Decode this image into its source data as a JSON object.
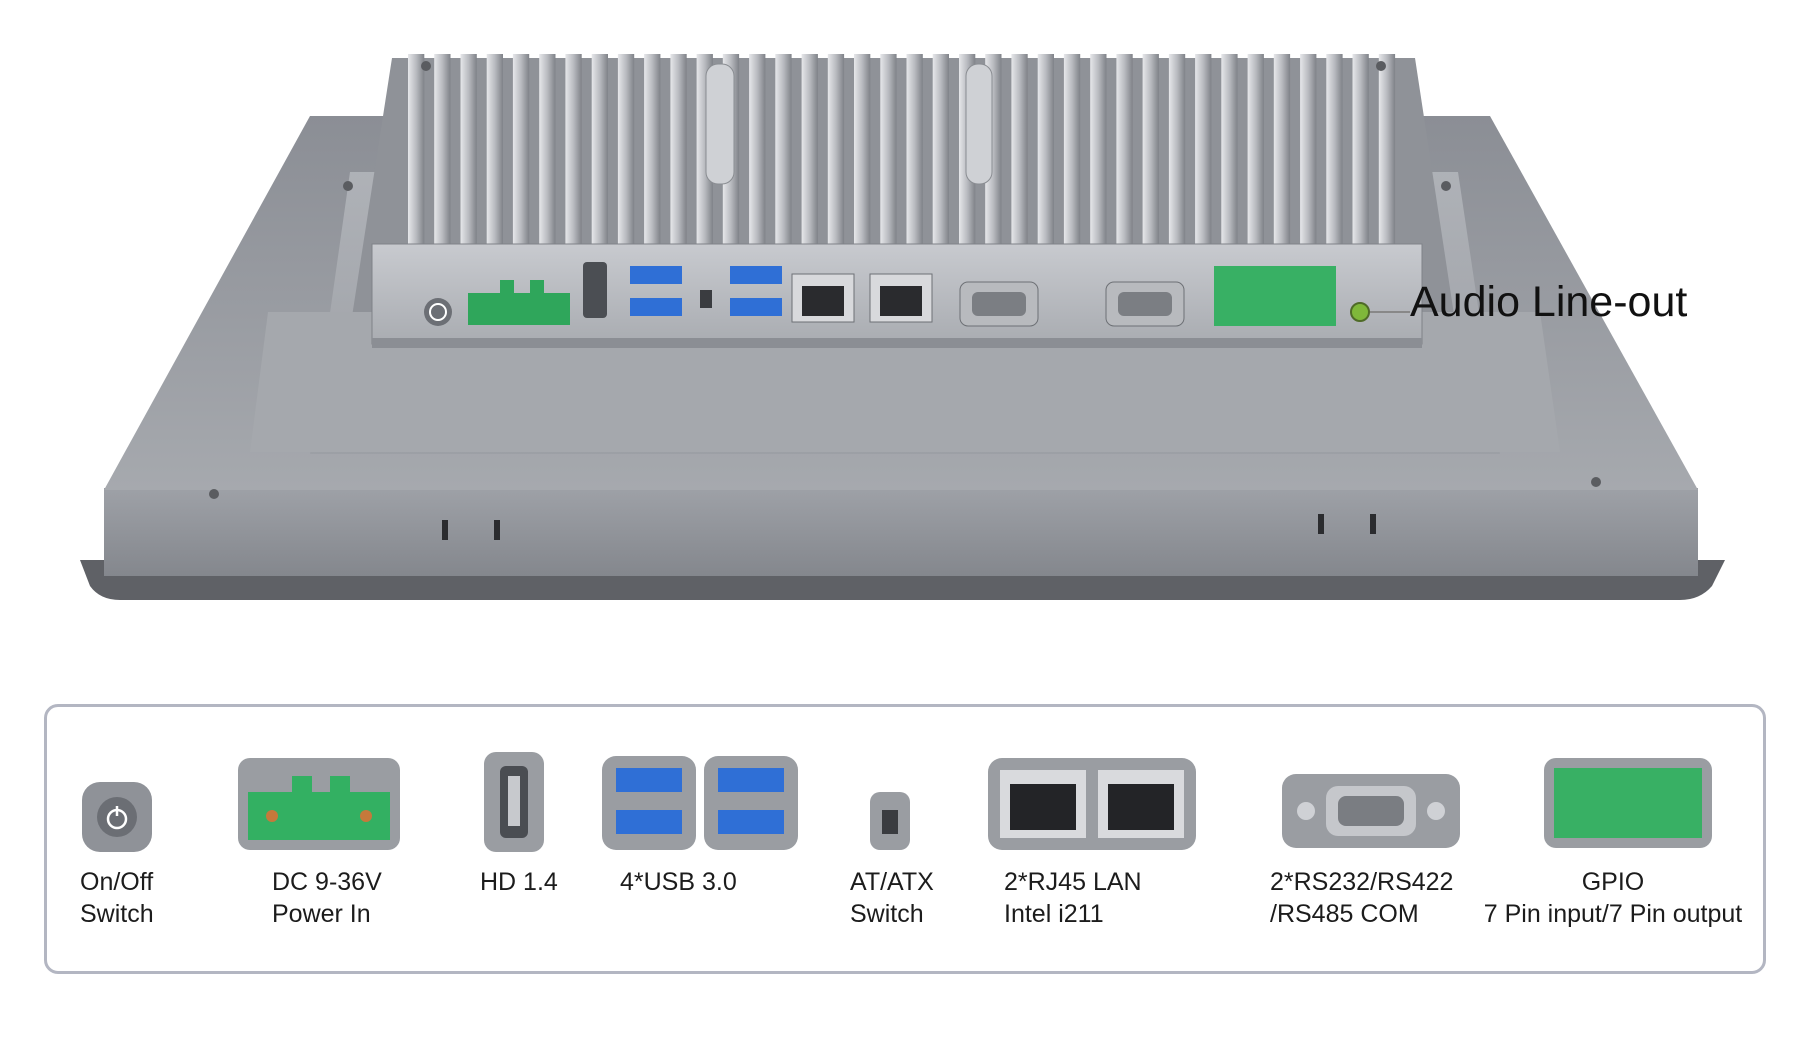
{
  "callout": {
    "text": "Audio Line-out"
  },
  "legend": [
    {
      "id": "onoff",
      "line1": "On/Off",
      "line2": "Switch"
    },
    {
      "id": "dc",
      "line1": "DC 9-36V",
      "line2": "Power In"
    },
    {
      "id": "hd",
      "line1": "HD 1.4",
      "line2": ""
    },
    {
      "id": "usb",
      "line1": "4*USB 3.0",
      "line2": ""
    },
    {
      "id": "atatx",
      "line1": "AT/ATX",
      "line2": "Switch"
    },
    {
      "id": "rj45",
      "line1": "2*RJ45 LAN",
      "line2": "Intel i211"
    },
    {
      "id": "com",
      "line1": "2*RS232/RS422",
      "line2": "/RS485 COM"
    },
    {
      "id": "gpio",
      "line1": "GPIO",
      "line2": "7 Pin input/7 Pin output"
    }
  ],
  "colors": {
    "chassis": "#8d9097",
    "bezel": "#6f7278",
    "usb_blue": "#2f6fd6",
    "terminal_green": "#3fb86a",
    "frame": "#b3b6c2"
  }
}
